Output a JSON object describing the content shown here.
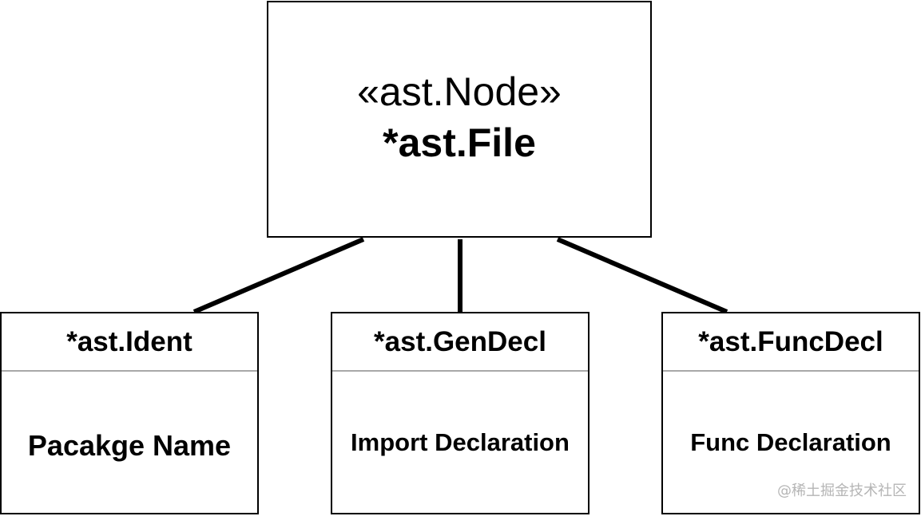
{
  "root": {
    "stereotype": "«ast.Node»",
    "name": "*ast.File"
  },
  "children": [
    {
      "name": "*ast.Ident",
      "description": "Pacakge Name"
    },
    {
      "name": "*ast.GenDecl",
      "description": "Import Declaration"
    },
    {
      "name": "*ast.FuncDecl",
      "description": "Func Declaration"
    }
  ],
  "watermark": "@稀土掘金技术社区",
  "colors": {
    "line": "#000000",
    "separator": "#a8a8a8",
    "background": "#ffffff",
    "watermark": "#b5b5b5"
  }
}
